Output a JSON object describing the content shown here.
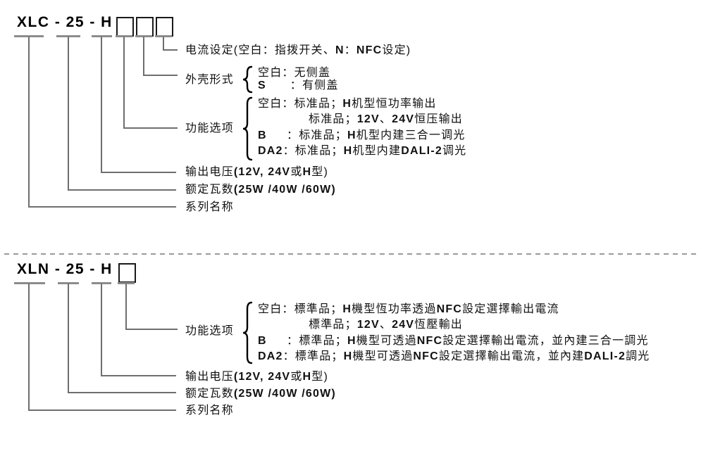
{
  "colors": {
    "background": "#ffffff",
    "text": "#111111",
    "connector_line": "#6e6e6e",
    "tick": "#8c8c8c",
    "divider": "#9a9a9a",
    "box_border": "#1a1a1a"
  },
  "sections": [
    {
      "model_number": "XLC - 25 - H -",
      "box_count": 3,
      "callouts": {
        "current_setting": [
          {
            "t": "电流设定(空白：指拨开关、"
          },
          {
            "t": "N",
            "b": true
          },
          {
            "t": "："
          },
          {
            "t": "NFC",
            "b": true
          },
          {
            "t": "设定)"
          }
        ],
        "case_type": {
          "label": "外壳形式",
          "options": [
            [
              {
                "t": "空白：无侧盖"
              }
            ],
            [
              {
                "t": "S",
                "b": true
              },
              {
                "t": "      ：有侧盖"
              }
            ]
          ]
        },
        "function_options": {
          "label": "功能选项",
          "options": [
            [
              {
                "t": "空白：标准品；"
              },
              {
                "t": "H",
                "b": true
              },
              {
                "t": "机型恒功率输出"
              }
            ],
            [
              {
                "t": "标准品；"
              },
              {
                "t": "12V",
                "b": true
              },
              {
                "t": "、"
              },
              {
                "t": "24V",
                "b": true
              },
              {
                "t": "恒压输出"
              }
            ],
            [
              {
                "t": "B",
                "b": true
              },
              {
                "t": "     ：标准品；"
              },
              {
                "t": "H",
                "b": true
              },
              {
                "t": "机型内建三合一调光"
              }
            ],
            [
              {
                "t": "DA2",
                "b": true
              },
              {
                "t": "：标准品；"
              },
              {
                "t": "H",
                "b": true
              },
              {
                "t": "机型内建"
              },
              {
                "t": "DALI-2",
                "b": true
              },
              {
                "t": "调光"
              }
            ]
          ]
        },
        "output_voltage": [
          {
            "t": "输出电压"
          },
          {
            "t": "(12V, 24V",
            "b": true
          },
          {
            "t": "或"
          },
          {
            "t": "H",
            "b": true
          },
          {
            "t": "型)"
          }
        ],
        "rated_wattage": [
          {
            "t": "额定瓦数"
          },
          {
            "t": "(25W /40W /60W)",
            "b": true
          }
        ],
        "series_name": "系列名称"
      }
    },
    {
      "model_number": "XLN - 25 - H -",
      "box_count": 1,
      "callouts": {
        "function_options": {
          "label": "功能选项",
          "options": [
            [
              {
                "t": "空白：標準品；"
              },
              {
                "t": "H",
                "b": true
              },
              {
                "t": "機型恆功率透過"
              },
              {
                "t": "NFC",
                "b": true
              },
              {
                "t": "設定選擇輸出電流"
              }
            ],
            [
              {
                "t": "標準品；"
              },
              {
                "t": "12V",
                "b": true
              },
              {
                "t": "、"
              },
              {
                "t": "24V",
                "b": true
              },
              {
                "t": "恆壓輸出"
              }
            ],
            [
              {
                "t": "B",
                "b": true
              },
              {
                "t": "     ：標準品；"
              },
              {
                "t": "H",
                "b": true
              },
              {
                "t": "機型可透過"
              },
              {
                "t": "NFC",
                "b": true
              },
              {
                "t": "設定選擇輸出電流，並內建三合一調光"
              }
            ],
            [
              {
                "t": "DA2",
                "b": true
              },
              {
                "t": "：標準品；"
              },
              {
                "t": "H",
                "b": true
              },
              {
                "t": "機型可透過"
              },
              {
                "t": "NFC",
                "b": true
              },
              {
                "t": "設定選擇輸出電流，並內建"
              },
              {
                "t": "DALI-2",
                "b": true
              },
              {
                "t": "調光"
              }
            ]
          ]
        },
        "output_voltage": [
          {
            "t": "输出电压"
          },
          {
            "t": "(12V, 24V",
            "b": true
          },
          {
            "t": "或"
          },
          {
            "t": "H",
            "b": true
          },
          {
            "t": "型)"
          }
        ],
        "rated_wattage": [
          {
            "t": "额定瓦数"
          },
          {
            "t": "(25W /40W /60W)",
            "b": true
          }
        ],
        "series_name": "系列名称"
      }
    }
  ]
}
